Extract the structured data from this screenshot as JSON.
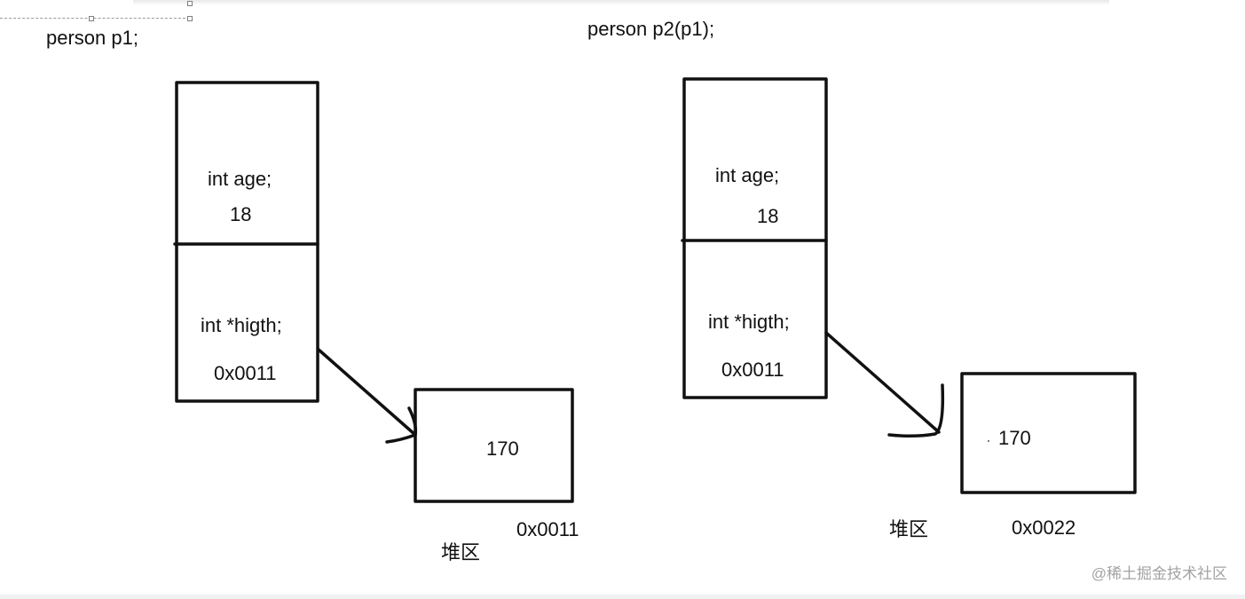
{
  "left": {
    "title": "person p1;",
    "field_age": "int age;",
    "value_age": "18",
    "field_height": "int *higth;",
    "value_pointer": "0x0011",
    "heap_value": "170",
    "heap_address": "0x0011",
    "heap_label": "堆区"
  },
  "right": {
    "title": "person p2(p1);",
    "field_age": "int age;",
    "value_age": "18",
    "field_height": "int *higth;",
    "value_pointer": "0x0011",
    "heap_value": "170",
    "heap_address": "0x0022",
    "heap_label": "堆区"
  },
  "watermark": "@稀土掘金技术社区",
  "colors": {
    "ink": "#111111",
    "watermark": "#a3a3a3"
  }
}
